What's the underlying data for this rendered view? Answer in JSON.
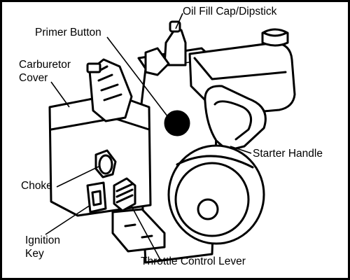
{
  "diagram": {
    "labels": {
      "oil_fill": "Oil Fill Cap/Dipstick",
      "primer": "Primer Button",
      "carburetor_line1": "Carburetor",
      "carburetor_line2": "Cover",
      "starter": "Starter Handle",
      "choke": "Choke",
      "ignition_line1": "Ignition",
      "ignition_line2": "Key",
      "throttle": "Throttle Control Lever"
    }
  }
}
